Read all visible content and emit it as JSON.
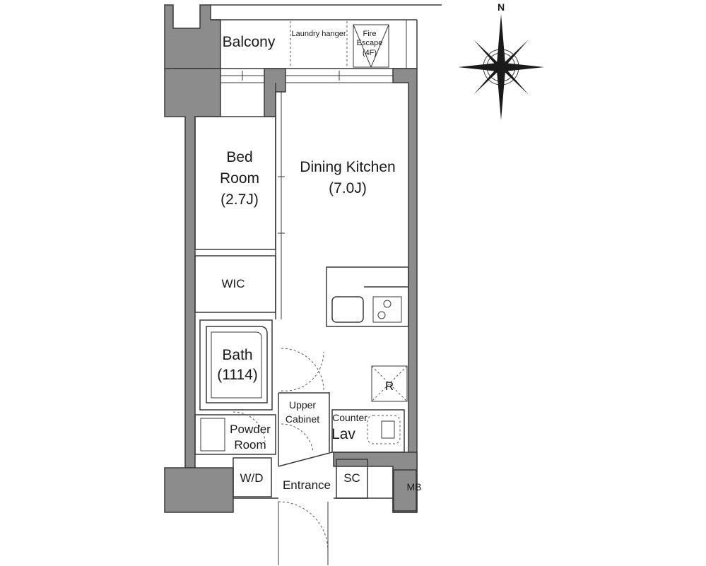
{
  "compass": {
    "north": "N"
  },
  "rooms": {
    "balcony": "Balcony",
    "laundry_hanger": "Laundry hanger",
    "fire_escape": [
      "Fire",
      "Escape",
      "(4F)"
    ],
    "bedroom": [
      "Bed",
      "Room",
      "(2.7J)"
    ],
    "dining_kitchen": [
      "Dining Kitchen",
      "(7.0J)"
    ],
    "wic": "WIC",
    "bath": [
      "Bath",
      "(1114)"
    ],
    "powder_room": [
      "Powder",
      "Room"
    ],
    "upper_cabinet": [
      "Upper",
      "Cabinet"
    ],
    "counter": "Counter",
    "lav": "Lav",
    "refrigerator": "R",
    "wd": "W/D",
    "entrance": "Entrance",
    "sc": "SC",
    "mb": "MB"
  },
  "colors": {
    "wall": "#8c8c8c",
    "line": "#3a3a3a",
    "background": "#ffffff"
  }
}
